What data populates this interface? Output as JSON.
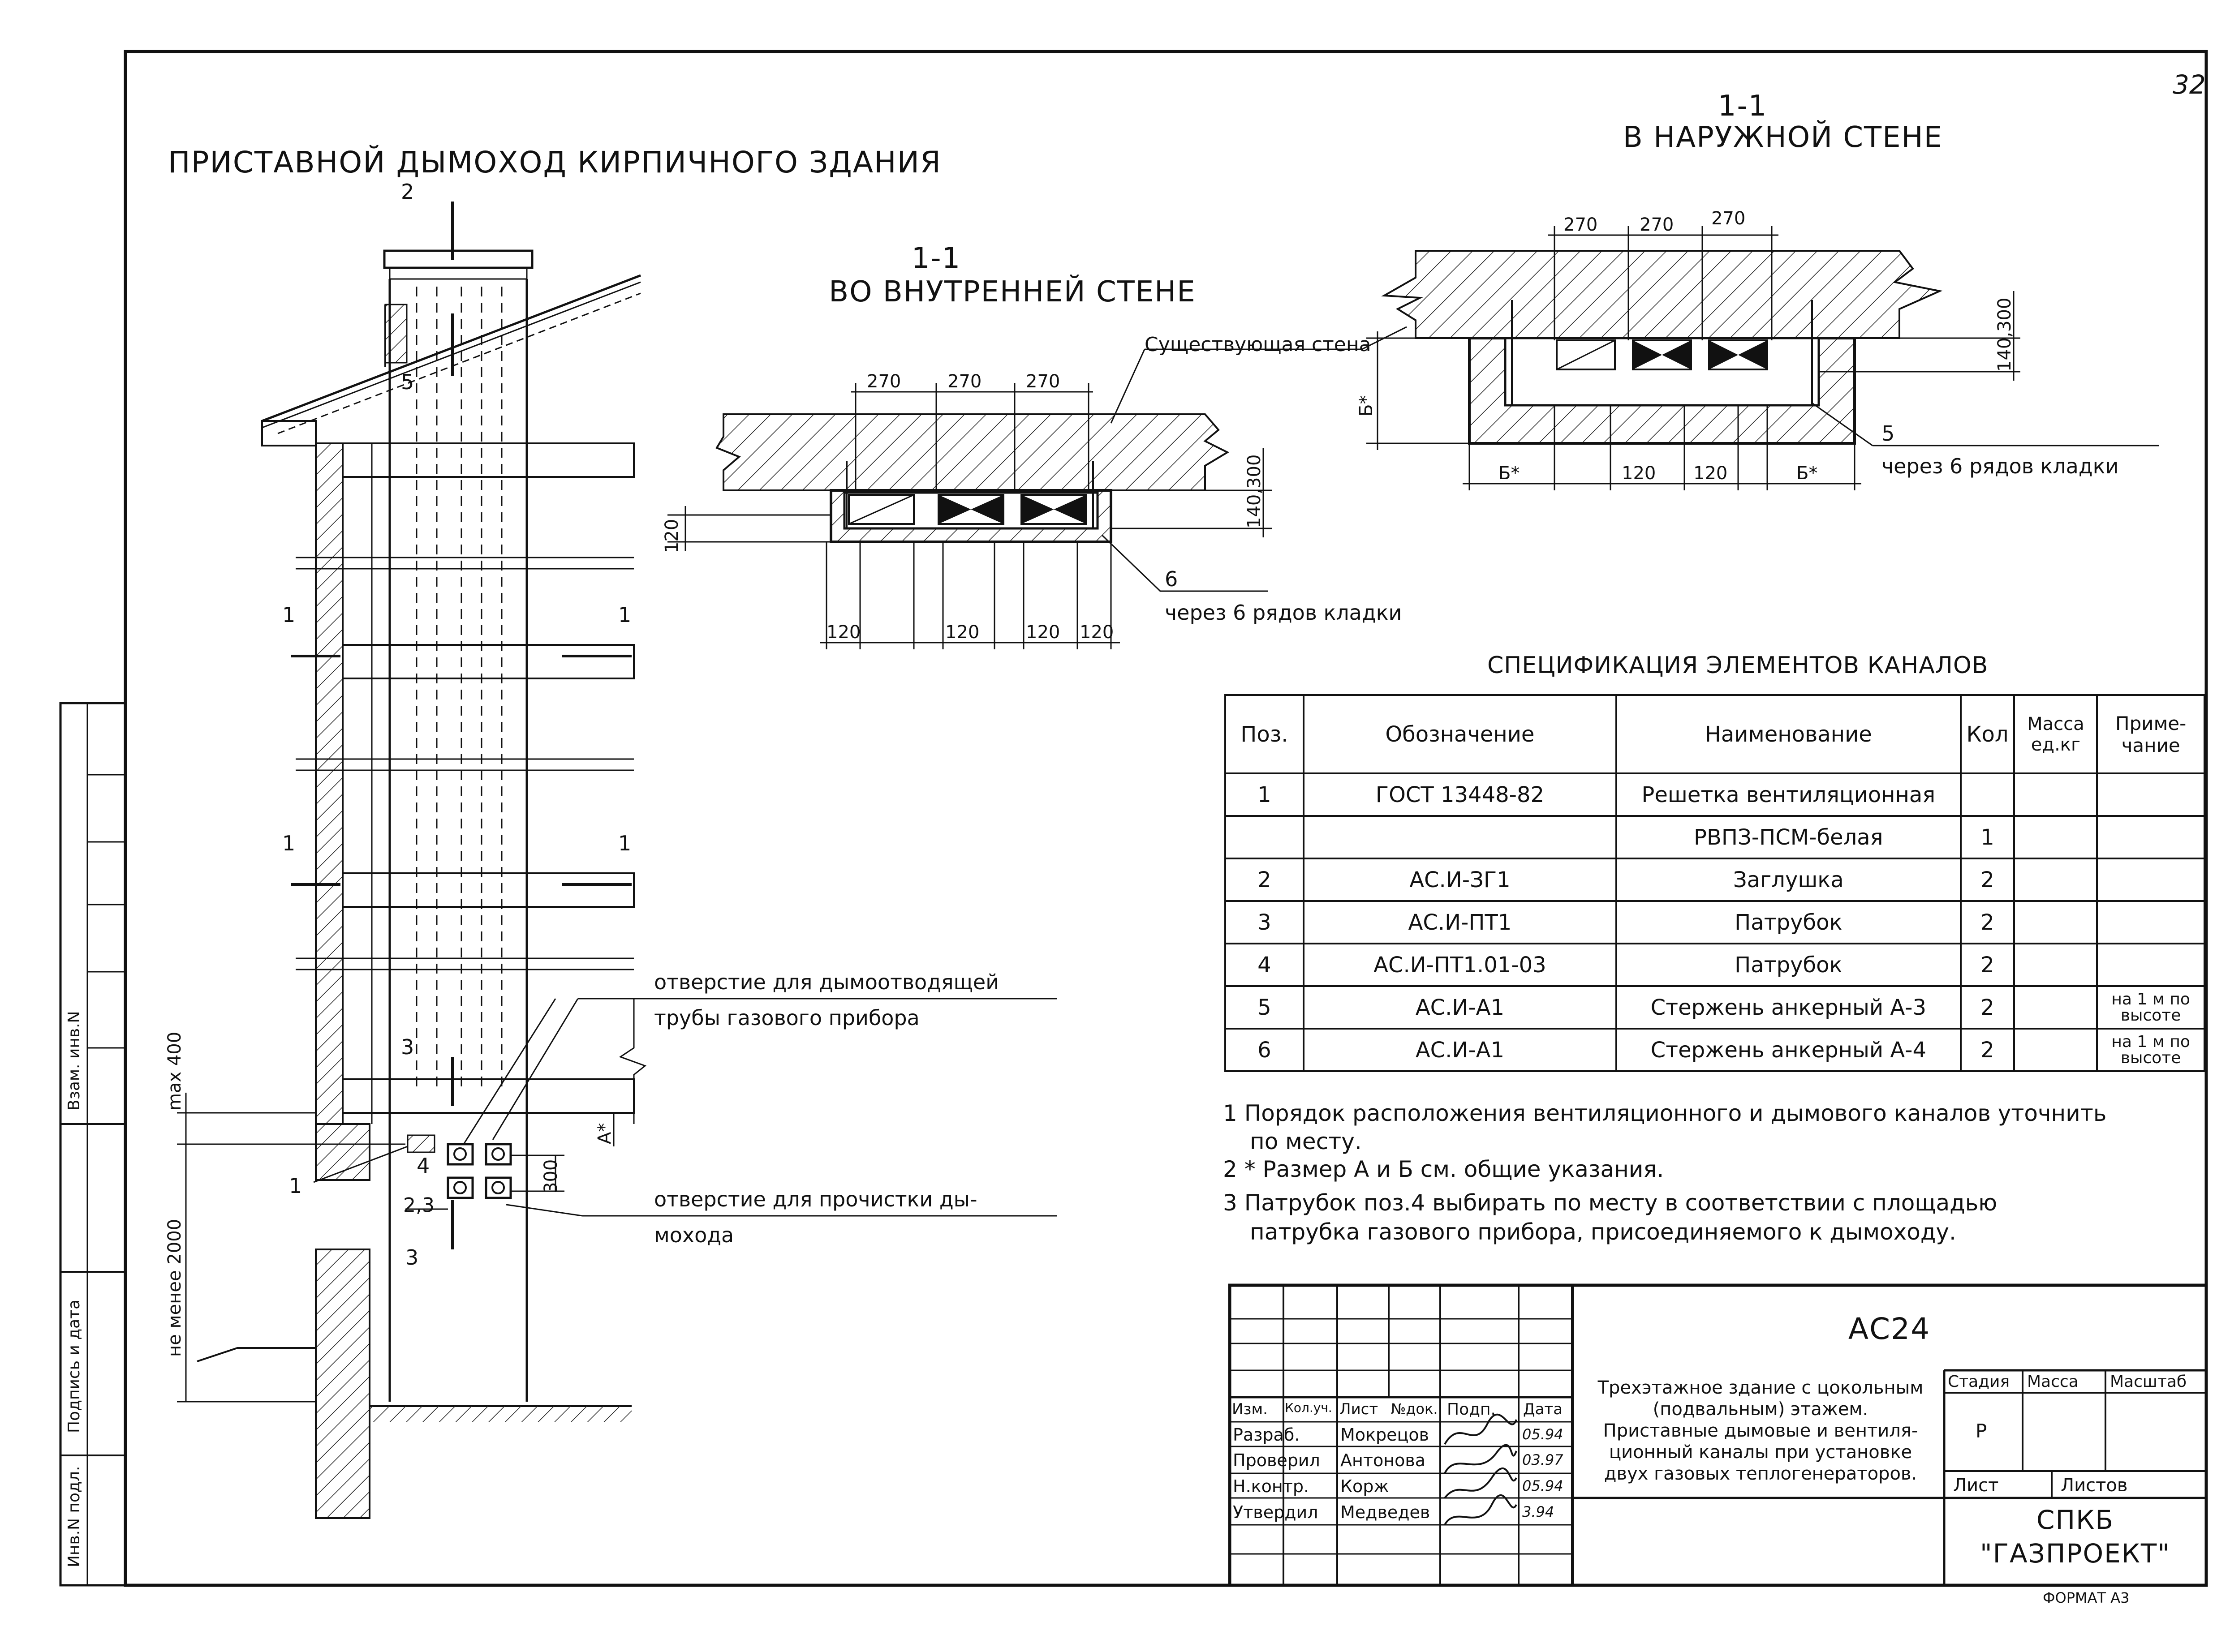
{
  "sheet_number": "32",
  "main_title": "ПРИСТАВНОЙ ДЫМОХОД КИРПИЧНОГО ЗДАНИЯ",
  "section_inner": {
    "num": "1-1",
    "title": "ВО ВНУТРЕННЕЙ СТЕНЕ"
  },
  "section_outer": {
    "num": "1-1",
    "title": "В НАРУЖНОЙ СТЕНЕ"
  },
  "elevation_labels": {
    "sec2": "2",
    "sec5": "5",
    "sec1_a": "1",
    "sec1_b": "1",
    "sec1_c": "1",
    "sec1_d": "1",
    "sec3_top": "3",
    "sec3_bot": "3",
    "pos1": "1",
    "pos4": "4",
    "pos23": "2,3",
    "dim300": "300",
    "max400": "max 400",
    "min2000": "не менее 2000",
    "a_star": "А*",
    "callout_flue_1": "отверстие для дымоотводящей",
    "callout_flue_2": "трубы газового прибора",
    "callout_clean_1": "отверстие для прочистки ды-",
    "callout_clean_2": "мохода"
  },
  "inner_section": {
    "existing_wall": "Существующая стена",
    "top_dims": [
      "270",
      "270",
      "270"
    ],
    "bottom_dims": [
      "120",
      "120",
      "120",
      "120"
    ],
    "left_dim": "120",
    "right_dim": "140,300",
    "callout_num": "6",
    "callout_text": "через 6 рядов кладки"
  },
  "outer_section": {
    "top_dims": [
      "270",
      "270",
      "270"
    ],
    "bottom_dims": [
      "Б*",
      "120",
      "120",
      "Б*"
    ],
    "left_dim": "Б*",
    "right_dim": "140,300",
    "callout_num": "5",
    "callout_text": "через 6 рядов кладки"
  },
  "spec_title": "СПЕЦИФИКАЦИЯ ЭЛЕМЕНТОВ КАНАЛОВ",
  "spec_headers": [
    "Поз.",
    "Обозначение",
    "Наименование",
    "Кол",
    "Масса ед.кг",
    "Приме- чание"
  ],
  "spec_rows": [
    [
      "1",
      "ГОСТ 13448-82",
      "Решетка вентиляционная",
      "",
      "",
      ""
    ],
    [
      "",
      "",
      "РВПЗ-ПСМ-белая",
      "1",
      "",
      ""
    ],
    [
      "2",
      "АС.И-ЗГ1",
      "Заглушка",
      "2",
      "",
      ""
    ],
    [
      "3",
      "АС.И-ПТ1",
      "Патрубок",
      "2",
      "",
      ""
    ],
    [
      "4",
      "АС.И-ПТ1.01-03",
      "Патрубок",
      "2",
      "",
      ""
    ],
    [
      "5",
      "АС.И-А1",
      "Стержень анкерный А-3",
      "2",
      "",
      "на 1 м по высоте"
    ],
    [
      "6",
      "АС.И-А1",
      "Стержень анкерный А-4",
      "2",
      "",
      "на 1 м по высоте"
    ]
  ],
  "notes": [
    "1 Порядок расположения вентиляционного и дымового каналов уточнить",
    "по месту.",
    "2 * Размер А и Б см. общие указания.",
    "3 Патрубок поз.4 выбирать по месту в соответствии с площадью",
    "патрубка газового прибора, присоединяемого к дымоходу."
  ],
  "title_block": {
    "code": "АС24",
    "description": [
      "Трехэтажное здание с цокольным",
      "(подвальным) этажем.",
      "Приставные дымовые и вентиля-",
      "ционный каналы при установке",
      "двух газовых теплогенераторов."
    ],
    "header_cols": [
      "Изм.",
      "Кол.уч.",
      "Лист",
      "№док.",
      "Подп.",
      "Дата"
    ],
    "people": [
      {
        "role": "Разраб.",
        "name": "Мокрецов",
        "date": "05.94"
      },
      {
        "role": "Проверил",
        "name": "Антонова",
        "date": "03.97"
      },
      {
        "role": "Н.контр.",
        "name": "Корж",
        "date": "05.94"
      },
      {
        "role": "Утвердил",
        "name": "Медведев",
        "date": "3.94"
      }
    ],
    "stage_label": "Стадия",
    "mass_label": "Масса",
    "scale_label": "Масштаб",
    "stage_value": "Р",
    "sheet_label": "Лист",
    "sheets_label": "Листов",
    "org_line1": "СПКБ",
    "org_line2": "\"ГАЗПРОЕКТ\"",
    "format": "ФОРМАТ А3"
  },
  "side_stamp": [
    "Взам. инв.N",
    "Подпись и дата",
    "Инв.N подл."
  ]
}
